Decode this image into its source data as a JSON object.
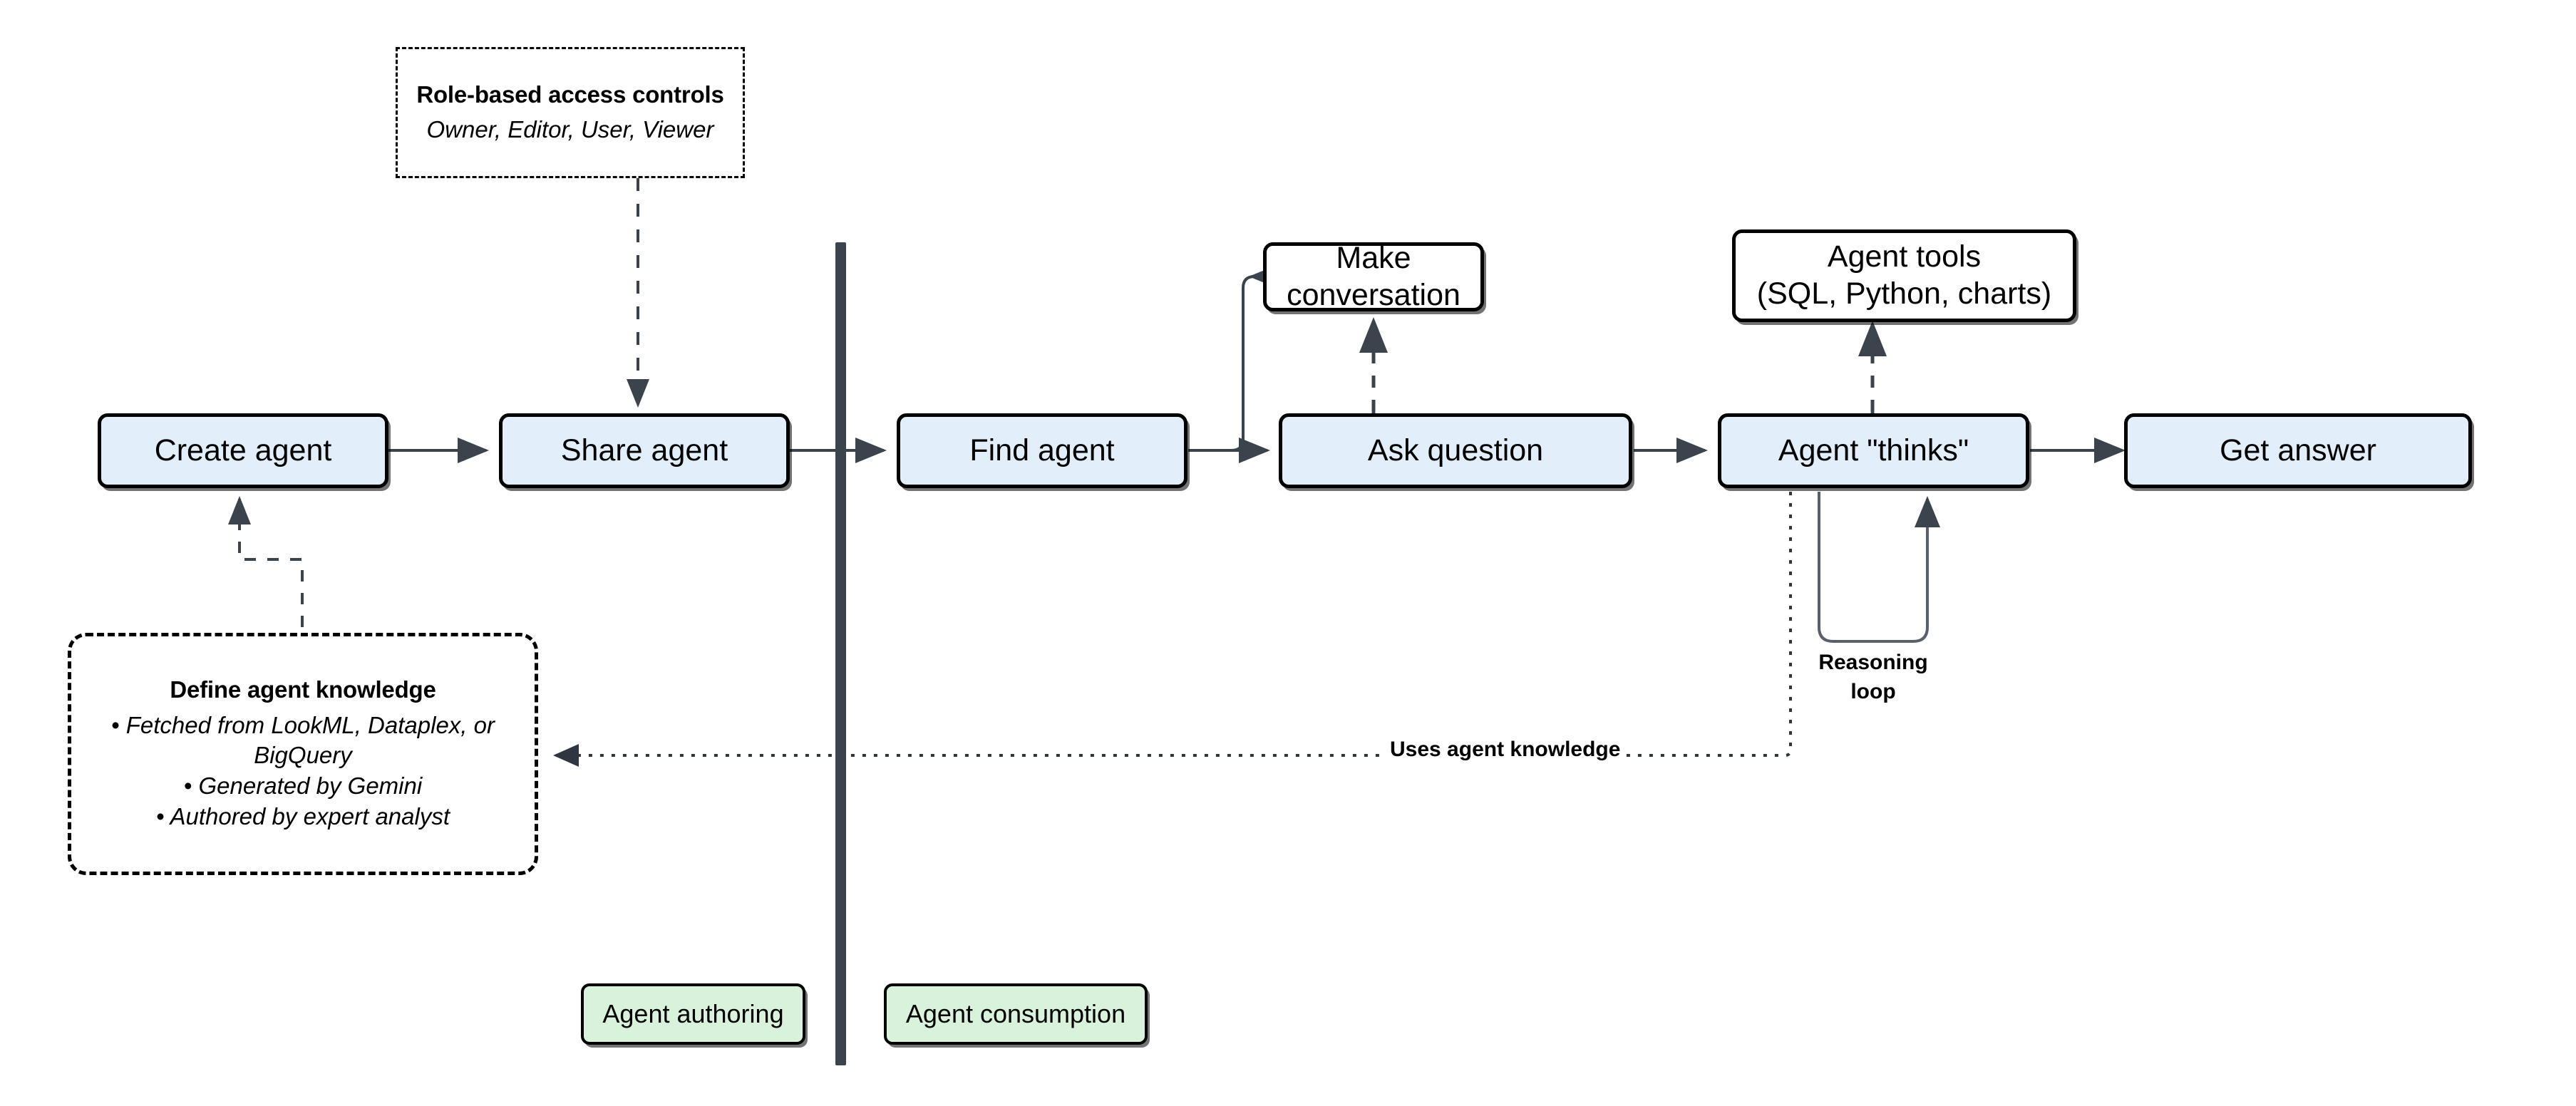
{
  "diagram": {
    "title": "Agent authoring and consumption flow",
    "colors": {
      "flow_node_fill": "#e3eefb",
      "plain_node_fill": "#ffffff",
      "legend_node_fill": "#d9f2dc",
      "stroke": "#000000",
      "arrow": "#3b434c",
      "divider": "#3b434c",
      "background": "#ffffff"
    },
    "nodes": {
      "create_agent": "Create agent",
      "share_agent": "Share agent",
      "find_agent": "Find agent",
      "make_conversation": "Make conversation",
      "ask_question": "Ask question",
      "agent_tools": "Agent tools\n(SQL, Python, charts)",
      "agent_tools_line1": "Agent tools",
      "agent_tools_line2": "(SQL, Python, charts)",
      "agent_thinks": "Agent \"thinks\"",
      "get_answer": "Get answer"
    },
    "notes": {
      "rbac": {
        "title": "Role-based access controls",
        "line1": "Owner, Editor, User, Viewer"
      },
      "knowledge": {
        "title": "Define agent knowledge",
        "bullets": [
          "• Fetched from LookML, Dataplex,",
          "or BigQuery",
          "• Generated by Gemini",
          "• Authored by expert analyst"
        ],
        "bullet_1": "• Fetched from LookML, Dataplex, or BigQuery",
        "bullet_2": "• Generated by Gemini",
        "bullet_3": "• Authored by expert analyst"
      }
    },
    "edge_labels": {
      "uses_agent_knowledge": "Uses agent knowledge",
      "reasoning_loop": "Reasoning\nloop"
    },
    "legend": {
      "authoring": "Agent authoring",
      "consumption": "Agent consumption"
    },
    "flow_edges": [
      {
        "from": "create_agent",
        "to": "share_agent",
        "style": "solid"
      },
      {
        "from": "share_agent",
        "to": "find_agent",
        "style": "solid"
      },
      {
        "from": "find_agent",
        "to": "ask_question",
        "style": "solid"
      },
      {
        "from": "find_agent",
        "to": "make_conversation",
        "style": "solid"
      },
      {
        "from": "ask_question",
        "to": "agent_thinks",
        "style": "solid"
      },
      {
        "from": "agent_thinks",
        "to": "get_answer",
        "style": "solid"
      },
      {
        "from": "ask_question",
        "to": "make_conversation",
        "style": "dashed-bidirectional"
      },
      {
        "from": "agent_thinks",
        "to": "agent_tools",
        "style": "dashed-bidirectional"
      },
      {
        "from": "rbac_note",
        "to": "share_agent",
        "style": "dashed"
      },
      {
        "from": "knowledge_note",
        "to": "create_agent",
        "style": "dashed"
      },
      {
        "from": "agent_thinks",
        "to": "knowledge_note",
        "style": "dotted",
        "label": "Uses agent knowledge"
      },
      {
        "from": "agent_thinks",
        "to": "agent_thinks",
        "style": "solid-loop",
        "label": "Reasoning loop"
      }
    ]
  }
}
